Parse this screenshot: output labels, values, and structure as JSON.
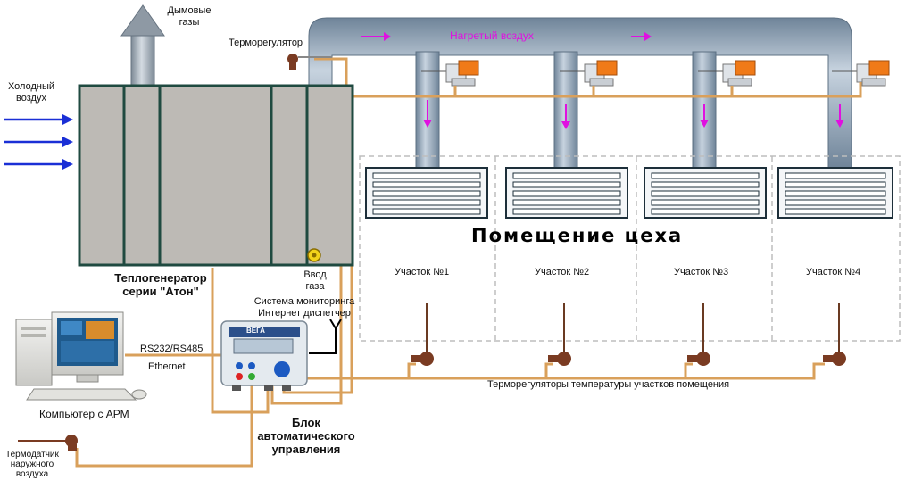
{
  "labels": {
    "flue_gases": "Дымовые\nгазы",
    "cold_air": "Холодный\nвоздух",
    "thermoregulator": "Терморегулятор",
    "heated_air": "Нагретый воздух",
    "heat_generator": "Теплогенератор\nсерии \"Атон\"",
    "gas_inlet": "Ввод\nгаза",
    "monitoring": "Система мониторинга\nИнтернет диспетчер",
    "rs_interface": "RS232/RS485",
    "ethernet": "Ethernet",
    "computer": "Компьютер с АРМ",
    "control_unit": "Блок\nавтоматического\nуправления",
    "outdoor_sensor": "Термодатчик\nнаружного\nвоздуха",
    "room": "Помещение цеха",
    "zone_regulators": "Терморегуляторы температуры участков помещения",
    "controller_brand": "ВЕГА"
  },
  "zones": [
    {
      "label": "Участок №1"
    },
    {
      "label": "Участок №2"
    },
    {
      "label": "Участок №3"
    },
    {
      "label": "Участок №4"
    }
  ],
  "colors": {
    "duct": "#8fa3b8",
    "generator_body": "#bdbab5",
    "generator_frame": "#1f4a40",
    "wire": "#d9a05b",
    "cold_arrow": "#1a2fd6",
    "hot_arrow": "#e010e0",
    "actuator": "#f07a18",
    "sensor": "#7a3b22"
  },
  "icons": [
    "chimney-icon",
    "damper-actuator-icon",
    "thermostat-icon",
    "computer-icon",
    "controller-icon",
    "antenna-icon",
    "burner-icon"
  ]
}
